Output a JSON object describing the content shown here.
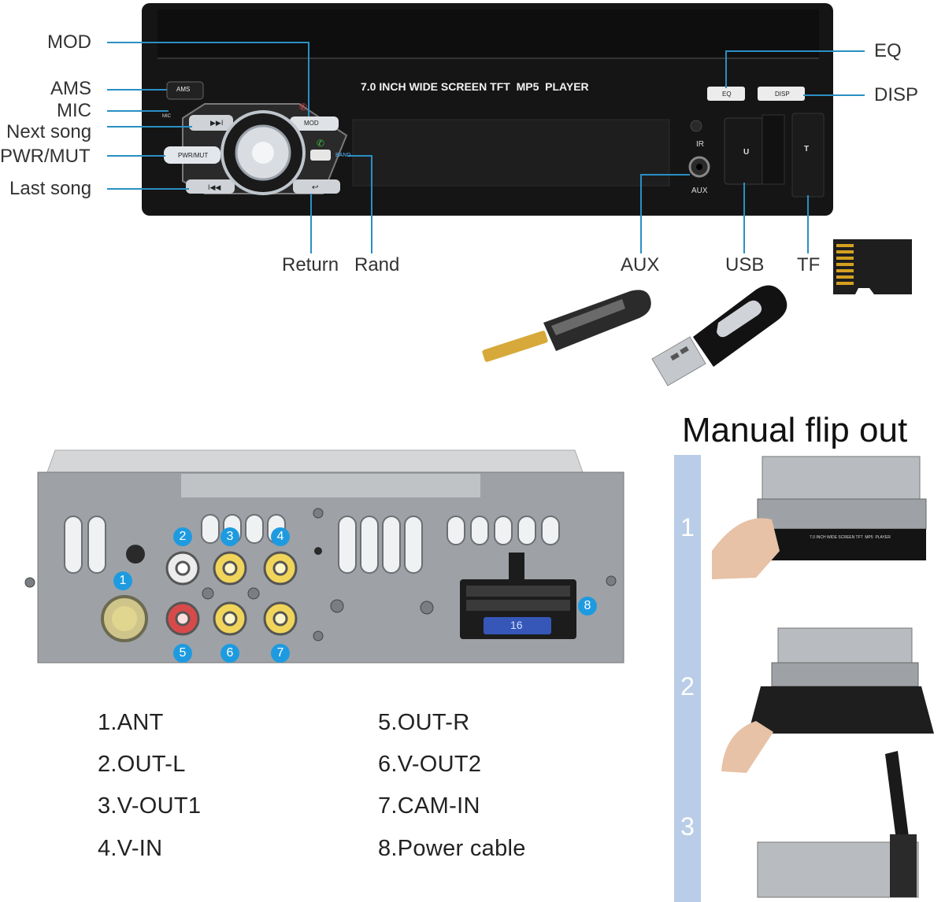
{
  "front_panel": {
    "screen_title": "7.0 INCH WIDE SCREEN TFT  MP5  PLAYER",
    "buttons": {
      "ams": "AMS",
      "mic": "MIC",
      "mod": "MOD",
      "pwr_mut": "PWR/MUT",
      "band": "BAND",
      "eq": "EQ",
      "disp": "DISP",
      "aux": "AUX",
      "ir": "IR",
      "usb_port": "U",
      "tf_slot": "T"
    }
  },
  "callouts": {
    "left": [
      "MOD",
      "AMS",
      "MIC",
      "Next song",
      "PWR/MUT",
      "Last song"
    ],
    "right": [
      "EQ",
      "DISP"
    ],
    "bottom": [
      "Return",
      "Rand",
      "AUX",
      "USB",
      "TF"
    ]
  },
  "rear_panel": {
    "port_numbers": [
      "1",
      "2",
      "3",
      "4",
      "5",
      "6",
      "7",
      "8"
    ],
    "connector_label": "16"
  },
  "legend": {
    "left_column": [
      "1.ANT",
      "2.OUT-L",
      "3.V-OUT1",
      "4.V-IN"
    ],
    "right_column": [
      "5.OUT-R",
      "6.V-OUT2",
      "7.CAM-IN",
      "8.Power cable"
    ]
  },
  "flip": {
    "title": "Manual flip out",
    "steps": [
      "1",
      "2",
      "3"
    ],
    "unit_label": "7.0 INCH WIDE SCREEN TFT  MP5  PLAYER"
  },
  "colors": {
    "callout_line": "#2a8fc4",
    "badge": "#1e9be0",
    "step_bar": "#b9cde8",
    "panel": "#121212"
  }
}
